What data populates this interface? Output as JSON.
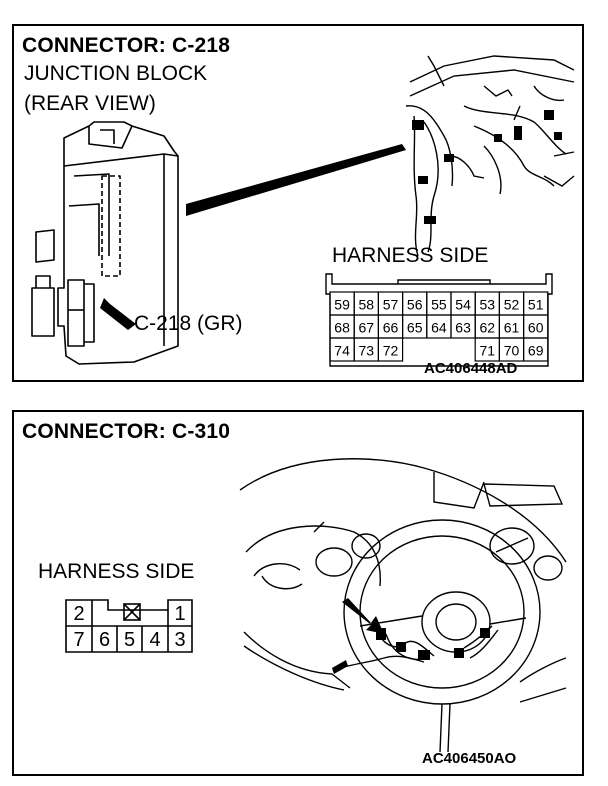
{
  "c218": {
    "title": "CONNECTOR: C-218",
    "line1": "JUNCTION BLOCK",
    "line2": "(REAR VIEW)",
    "callout": "C-218 (GR)",
    "harness_label": "HARNESS SIDE",
    "pins_row1": [
      "59",
      "58",
      "57",
      "56",
      "55",
      "54",
      "53",
      "52",
      "51"
    ],
    "pins_row2": [
      "68",
      "67",
      "66",
      "65",
      "64",
      "63",
      "62",
      "61",
      "60"
    ],
    "pins_row3a": [
      "74",
      "73",
      "72"
    ],
    "pins_row3b": [
      "71",
      "70",
      "69"
    ],
    "code": "AC406448AD"
  },
  "c310": {
    "title": "CONNECTOR: C-310",
    "harness_label": "HARNESS SIDE",
    "pins_top": [
      "2",
      "1"
    ],
    "pins_bottom": [
      "7",
      "6",
      "5",
      "4",
      "3"
    ],
    "code": "AC406450AO"
  }
}
